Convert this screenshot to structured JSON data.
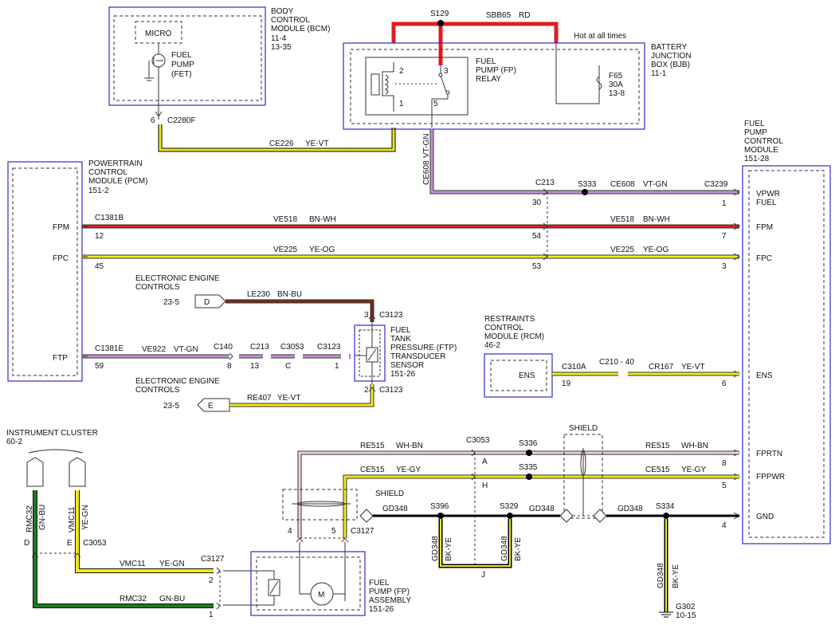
{
  "bcm": {
    "name": "BODY CONTROL MODULE (BCM)",
    "line1": "BODY",
    "line2": "CONTROL",
    "line3": "MODULE (BCM)",
    "ref1": "11-4",
    "ref2": "13-35",
    "micro": "MICRO",
    "fet1": "FUEL",
    "fet2": "PUMP",
    "fet3": "(FET)",
    "pin": "6",
    "conn": "C2280F"
  },
  "bjb": {
    "line1": "BATTERY",
    "line2": "JUNCTION",
    "line3": "BOX (BJB)",
    "ref": "11-1",
    "hot": "Hot at all times",
    "splice": "S129",
    "feed": "SBB65",
    "feed_color": "RD",
    "fuse": "F65",
    "fuse_amp": "30A",
    "fuse_ref": "13-8"
  },
  "relay": {
    "line1": "FUEL",
    "line2": "PUMP (FP)",
    "line3": "RELAY",
    "p2": "2",
    "p3": "3",
    "p1": "1",
    "p5": "5"
  },
  "pcm": {
    "line1": "POWERTRAIN",
    "line2": "CONTROL",
    "line3": "MODULE (PCM)",
    "ref": "151-2",
    "fpm": "FPM",
    "fpc": "FPC",
    "ftp": "FTP"
  },
  "fpcm": {
    "line1": "FUEL",
    "line2": "PUMP",
    "line3": "CONTROL",
    "line4": "MODULE",
    "ref": "151-28",
    "vpwr1": "VPWR",
    "vpwr2": "FUEL",
    "fpm": "FPM",
    "fpc": "FPC",
    "ens": "ENS",
    "fprtn": "FPRTN",
    "fppwr": "FPPWR",
    "gnd": "GND"
  },
  "wires": {
    "ce226": "CE226",
    "ce226c": "YE-VT",
    "ce608": "CE608",
    "ce608c": "VT-GN",
    "ve518": "VE518",
    "ve518c": "BN-WH",
    "ve225": "VE225",
    "ve225c": "YE-OG",
    "le230": "LE230",
    "le230c": "BN-BU",
    "ve922": "VE922",
    "ve922c": "VT-GN",
    "re407": "RE407",
    "re407c": "YE-VT",
    "cr167": "CR167",
    "cr167c": "YE-VT",
    "re515": "RE515",
    "re515c": "WH-BN",
    "ce515": "CE515",
    "ce515c": "YE-GY",
    "gd348": "GD348",
    "gd348c": "BK-YE",
    "vmc11": "VMC11",
    "vmc11c": "YE-GN",
    "rmc32": "RMC32",
    "rmc32c": "GN-BU"
  },
  "conns": {
    "c1381b": "C1381B",
    "c1381e": "C1381E",
    "c213": "C213",
    "s333": "S333",
    "c3239": "C3239",
    "p12": "12",
    "p45": "45",
    "p59": "59",
    "p30": "30",
    "p54": "54",
    "p53": "53",
    "p1": "1",
    "p7": "7",
    "p3": "3",
    "c140": "C140",
    "c3053": "C3053",
    "c3123": "C3123",
    "p8": "8",
    "p13": "13",
    "pc": "C",
    "pin1": "1",
    "pin3": "3",
    "pin2": "2",
    "c310a": "C310A",
    "c210": "C210 - 40",
    "p19": "19",
    "p6": "6",
    "s336": "S336",
    "s335": "S335",
    "pa": "A",
    "ph": "H",
    "p8b": "8",
    "p5": "5",
    "p4": "4",
    "c3127": "C3127",
    "s396": "S396",
    "s329": "S329",
    "s334": "S334",
    "pj": "J",
    "p4b": "4",
    "p5b": "5",
    "pd": "D",
    "pe": "E",
    "p2b": "2",
    "p1b": "1",
    "g302": "G302",
    "g302ref": "10-15"
  },
  "eec": {
    "line1": "ELECTRONIC ENGINE",
    "line2": "CONTROLS",
    "ref": "23-5",
    "tagD": "D",
    "tagE": "E"
  },
  "ftp": {
    "line1": "FUEL",
    "line2": "TANK",
    "line3": "PRESSURE (FTP)",
    "line4": "TRANSDUCER",
    "line5": "SENSOR",
    "ref": "151-26"
  },
  "rcm": {
    "line1": "RESTRAINTS",
    "line2": "CONTROL",
    "line3": "MODULE (RCM)",
    "ref": "46-2",
    "ens": "ENS"
  },
  "shield": {
    "label": "SHIELD"
  },
  "ic": {
    "line1": "INSTRUMENT CLUSTER",
    "ref": "60-2"
  },
  "fpa": {
    "line1": "FUEL",
    "line2": "PUMP (FP)",
    "line3": "ASSEMBLY",
    "ref": "151-26",
    "motor": "M"
  },
  "colors": {
    "red": "#e11b22",
    "yellow": "#f2ea1c",
    "violet": "#c98fd8",
    "green": "#1e7a1e",
    "brown": "#7a2a1a",
    "black": "#000000",
    "module": "#2b2bd6",
    "pink": "#e9b9b9"
  }
}
